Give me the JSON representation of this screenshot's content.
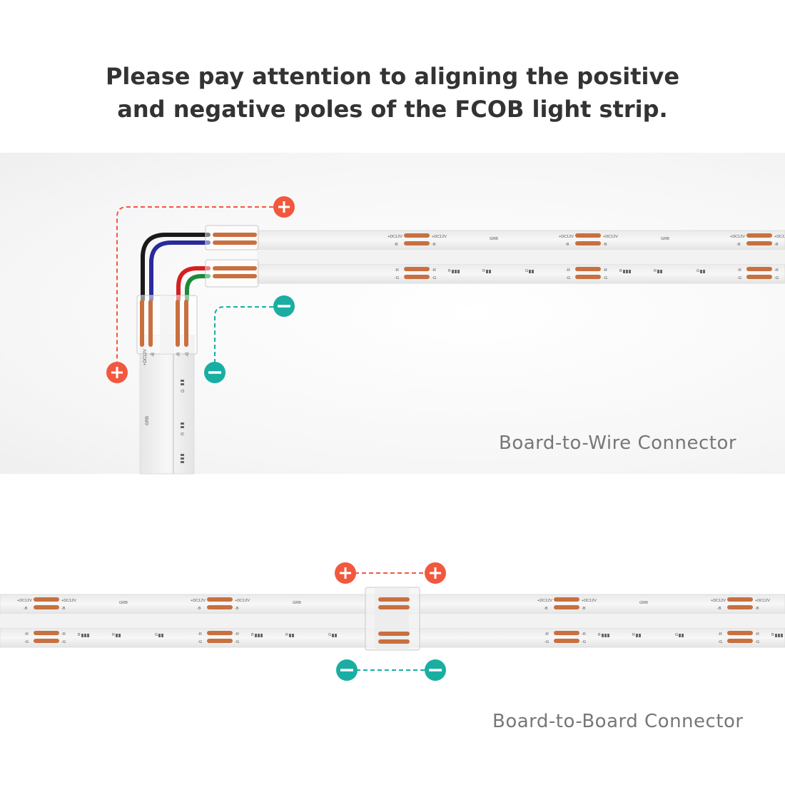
{
  "headline": {
    "line1": "Please pay attention to aligning the positive",
    "line2": "and negative poles of the FCOB light strip."
  },
  "captions": {
    "board_to_wire": "Board-to-Wire Connector",
    "board_to_board": "Board-to-Board Connector"
  },
  "strip_labels": {
    "dc12v": "+DC12V",
    "b": "-B",
    "r": "-R",
    "g": "-G",
    "grb": "GRB",
    "b_short": "B",
    "r_short": "R",
    "g_short": "G"
  },
  "icons": {
    "positive": "plus-icon",
    "negative": "minus-icon"
  },
  "colors": {
    "positive": "#f2583e",
    "negative": "#1aaea3",
    "pad": "#c8703f",
    "wire_black": "#1a1a1a",
    "wire_blue": "#2a2a9a",
    "wire_red": "#d42020",
    "wire_green": "#1e8a3a",
    "text": "#333333",
    "caption": "#777777"
  }
}
